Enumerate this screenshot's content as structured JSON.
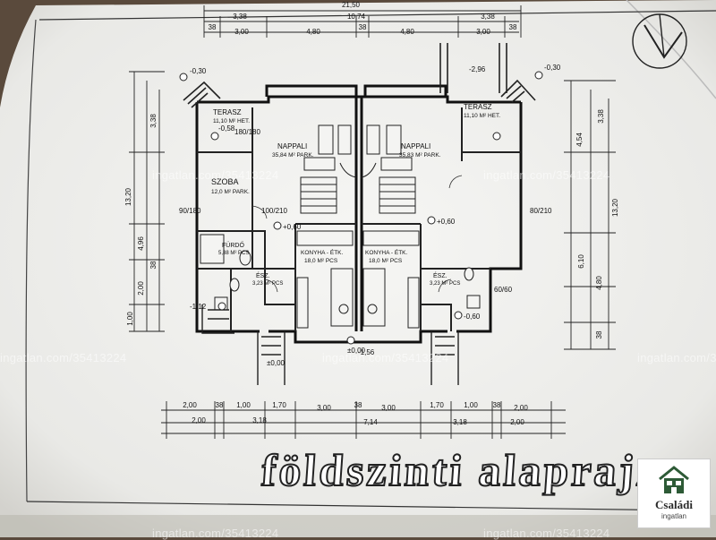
{
  "drawing": {
    "title": "földszinti alaprajz",
    "rooms": {
      "terrace_left": {
        "name": "TERASZ",
        "area": "11,10 M² HET."
      },
      "terrace_right": {
        "name": "TERASZ",
        "area": "11,10 M² HET."
      },
      "living_left": {
        "name": "NAPPALI",
        "area": "35,84 M² PARK."
      },
      "living_right": {
        "name": "NAPPALI",
        "area": "35,83 M² PARK."
      },
      "bedroom": {
        "name": "SZOBA",
        "area": "12,0 M² PARK."
      },
      "bath": {
        "name": "FÜRDŐ",
        "area": "5,88 M² PCS"
      },
      "wc_left": {
        "name": "ÉSZ.",
        "area": "3,23 M² PCS"
      },
      "wc_right": {
        "name": "ÉSZ.",
        "area": "3,23 M² PCS"
      },
      "kitchen_left": {
        "name": "KONYHA - ÉTK.",
        "area": "18,0 M² PCS"
      },
      "kitchen_right": {
        "name": "KONYHA - ÉTK.",
        "area": "18,0 M² PCS"
      }
    },
    "dimensions": {
      "top": [
        "21,50",
        "10,74",
        "3,38",
        "3,38",
        "38",
        "3,00",
        "4,80",
        "38",
        "4,80",
        "3,00",
        "38"
      ],
      "bottom": [
        "2,00",
        "38",
        "1,00",
        "1,70",
        "3,00",
        "38",
        "3,00",
        "1,70",
        "1,00",
        "38",
        "2,00",
        "2,00",
        "3,18",
        "7,14",
        "3,18",
        "2,00"
      ],
      "left": [
        "3,38",
        "13,20",
        "4,96",
        "2,00",
        "1,00",
        "38"
      ],
      "right": [
        "4,54",
        "3,38",
        "13,20",
        "6,10",
        "4,80",
        "38"
      ],
      "levels": [
        "-0,30",
        "-0,30",
        "-2,96",
        "±0,00",
        "-1,12",
        "+0,60",
        "-0,60",
        "-0,58",
        "±0,00",
        "-1,56",
        "+0,60"
      ],
      "openings": [
        "180/180",
        "90/180",
        "100/210",
        "60/60",
        "80/210"
      ]
    }
  },
  "watermarks": {
    "text": "ingatlan.com/35413224"
  },
  "logo": {
    "name": "Családi",
    "subtitle": "ingatlan"
  }
}
